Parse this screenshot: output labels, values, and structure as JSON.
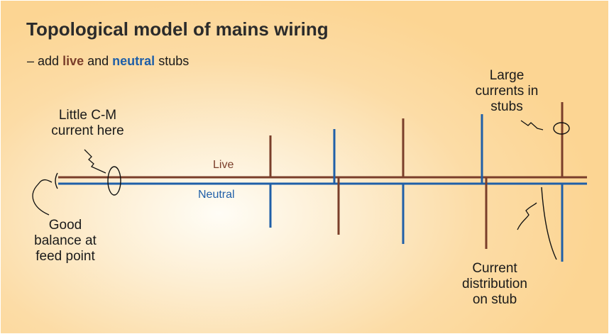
{
  "title": "Topological model of mains wiring",
  "subtitle": {
    "prefix": "– add",
    "live_word": "live",
    "middle": "and",
    "neutral_word": "neutral",
    "suffix": "stubs"
  },
  "wire_labels": {
    "live": "Live",
    "neutral": "Neutral"
  },
  "annotations": {
    "little_cm_current": [
      "Little C-M",
      "current here"
    ],
    "good_balance": [
      "Good",
      "balance at",
      "feed point"
    ],
    "large_currents": [
      "Large",
      "currents in",
      "stubs"
    ],
    "current_distribution": [
      "Current",
      "distribution",
      "on stub"
    ]
  },
  "colors": {
    "live": "#7a3e2a",
    "neutral": "#1f5fa8",
    "background_outer": "#fcd593",
    "background_inner": "#fffdf6"
  }
}
